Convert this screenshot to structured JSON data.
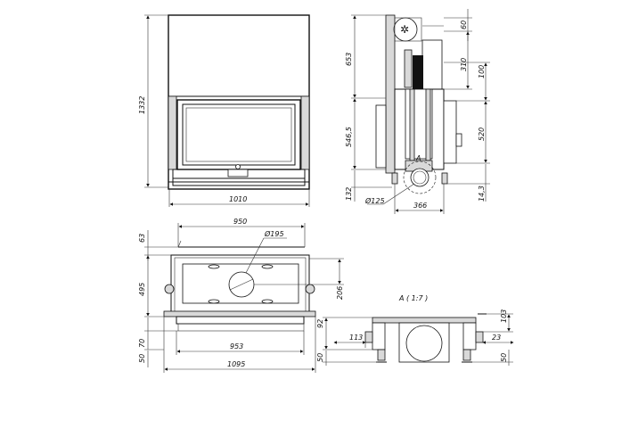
{
  "front_view": {
    "width_top": "1010",
    "height": "1332"
  },
  "side_view": {
    "top_offset": "60",
    "height_653": "653",
    "height_310": "310",
    "height_100": "100",
    "height_546_5": "546,5",
    "height_520": "520",
    "flue_diameter": "Ø125",
    "depth_366": "366",
    "base_132": "132",
    "base_14_3": "14,3",
    "detail_marker": "A"
  },
  "plan_view": {
    "offset_63": "63",
    "width_950": "950",
    "flue_diameter": "Ø195",
    "depth_495": "495",
    "depth_206": "206",
    "offset_70": "70",
    "width_953": "953",
    "offset_50": "50",
    "width_1095": "1095"
  },
  "detail_view": {
    "title": "A ( 1:7 )",
    "height_92": "92",
    "width_113": "113",
    "height_103": "103",
    "width_23": "23",
    "foot_left_50": "50",
    "foot_right_50": "50"
  },
  "colors": {
    "line": "#111111",
    "shade": "#8e8e8e",
    "light": "#d9d9d9"
  }
}
